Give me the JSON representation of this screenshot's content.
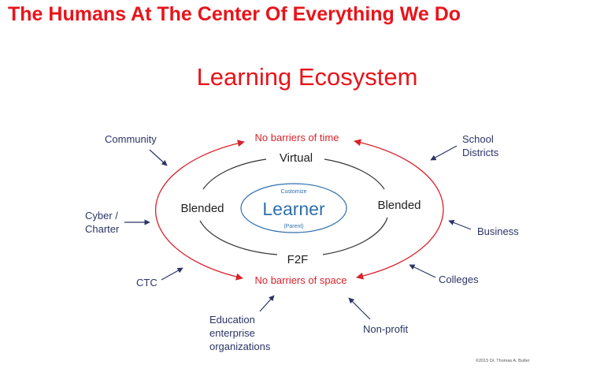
{
  "header": {
    "title": "The Humans At The Center Of Everything We Do"
  },
  "diagram": {
    "title": "Learning Ecosystem",
    "center": {
      "main": "Learner",
      "top": "Customize",
      "bottom": "(Parent)"
    },
    "inner_ring": {
      "top": "Virtual",
      "left": "Blended",
      "right": "Blended",
      "bottom": "F2F"
    },
    "outer_ring": {
      "top": "No barriers of time",
      "bottom": "No barriers of space"
    },
    "surrounding": {
      "community": "Community",
      "school_districts": [
        "School",
        "Districts"
      ],
      "cyber_charter": [
        "Cyber /",
        "Charter"
      ],
      "business": "Business",
      "ctc": "CTC",
      "colleges": "Colleges",
      "education": [
        "Education",
        "enterprise",
        "organizations"
      ],
      "non_profit": "Non-profit"
    },
    "credit": "©2015 Dr. Thomas A. Butler",
    "colors": {
      "red": "#d8232a",
      "navy": "#2b3466",
      "blue": "#2f6fae",
      "dark": "#1f1f1f",
      "headline": "#e8141b"
    }
  }
}
